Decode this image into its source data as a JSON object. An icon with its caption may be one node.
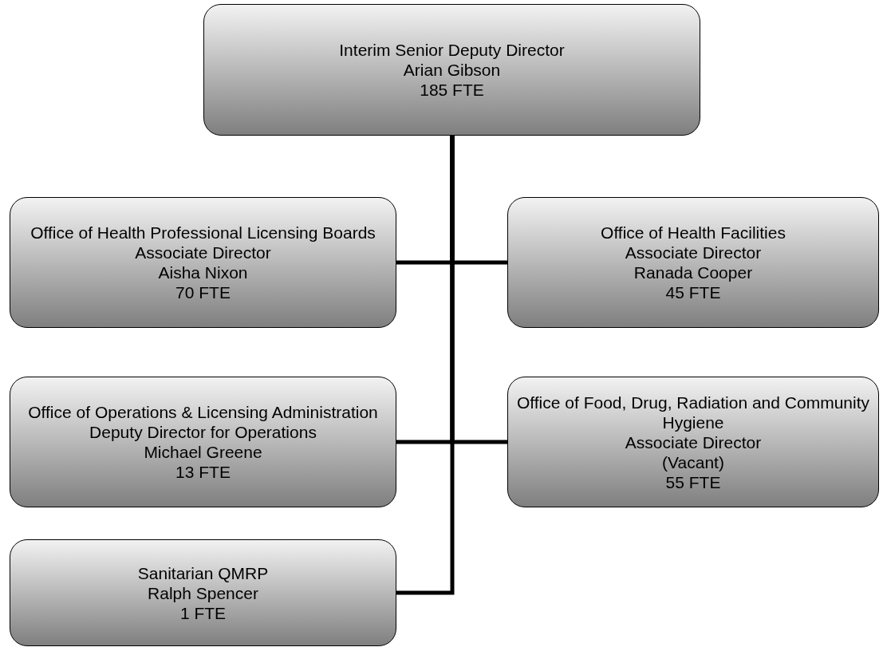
{
  "diagram": {
    "nodes": [
      {
        "text": [
          "Interim Senior Deputy Director",
          "Arian Gibson",
          "185 FTE"
        ]
      },
      {
        "text": [
          "Office of Health Professional Licensing Boards",
          "Associate Director",
          "Aisha Nixon",
          "70 FTE"
        ]
      },
      {
        "text": [
          "Office of Health Facilities",
          "Associate Director",
          "Ranada Cooper",
          "45 FTE"
        ]
      },
      {
        "text": [
          "Office of Operations & Licensing Administration",
          "Deputy Director for Operations",
          "Michael Greene",
          "13 FTE"
        ]
      },
      {
        "text": [
          "Office of Food, Drug, Radiation and Community Hygiene",
          "Associate Director",
          "(Vacant)",
          "55 FTE"
        ]
      },
      {
        "text": [
          "Sanitarian QMRP",
          "Ralph Spencer",
          "1 FTE"
        ]
      }
    ],
    "edges": [
      {
        "from": 0,
        "to": 1,
        "arrow": "none"
      },
      {
        "from": 0,
        "to": 2,
        "arrow": "none"
      },
      {
        "from": 0,
        "to": 3,
        "arrow": "none"
      },
      {
        "from": 0,
        "to": 4,
        "arrow": "none"
      },
      {
        "from": 0,
        "to": 5,
        "arrow": "none"
      }
    ]
  }
}
